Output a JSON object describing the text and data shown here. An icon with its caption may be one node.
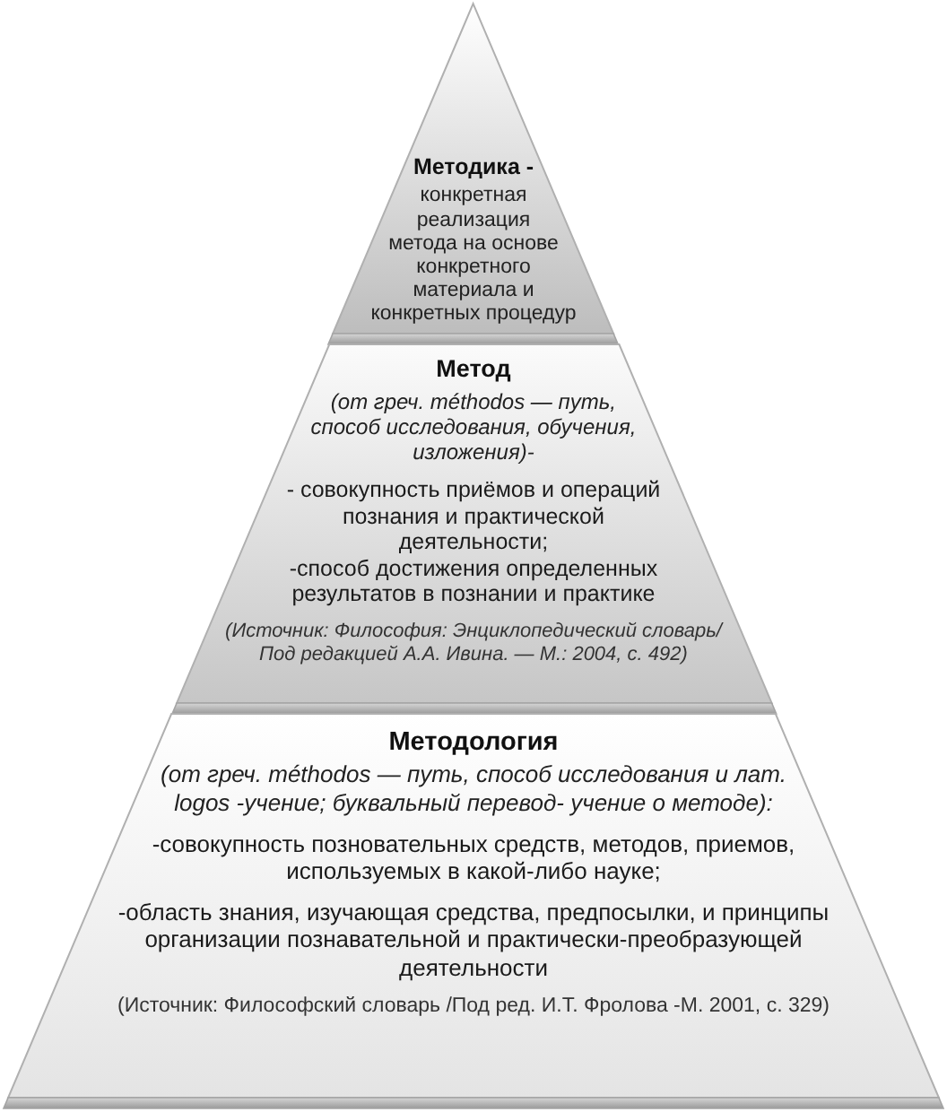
{
  "diagram": {
    "nodes": [
      {
        "text": [
          "**Методика** -",
          "конкретная реализация метода на основе конкретного материала и конкретных процедур"
        ]
      },
      {
        "text": [
          "Метод",
          "(от греч. méthodos — путь, способ исследования, обучения, изложения)-",
          "- совокупность приёмов и операций познания и практической деятельности;",
          "-способ достижения определенных результатов в познании и практике",
          "(Источник: Философия: Энциклопедический словарь/ Под редакцией А.А. Ивина. — М.: 2004, с. 492)"
        ]
      },
      {
        "text": [
          "Методология",
          "(от греч. méthodos — путь, способ исследования и лат. logos -учение; буквальный перевод- учение о методе):",
          "-совокупность позновательных средств, методов, приемов, используемых в какой-либо науке;",
          "-область знания, изучающая средства, предпосылки, и принципы организации познавательной и практически-преобразующей деятельности",
          "(Источник: Философский словарь /Под ред. И.Т. Фролова -М. 2001, с. 329)"
        ]
      }
    ]
  }
}
